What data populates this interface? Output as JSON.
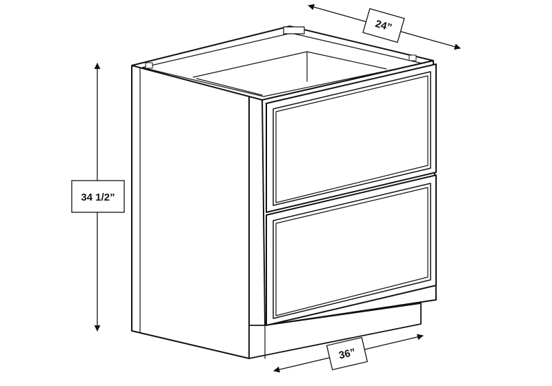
{
  "dimensions": {
    "width_label": "36”",
    "depth_label": "24”",
    "height_label": "34 1/2”"
  },
  "cabinet": {
    "drawer_count": 2
  },
  "colors": {
    "line": "#111111",
    "background": "#ffffff"
  }
}
